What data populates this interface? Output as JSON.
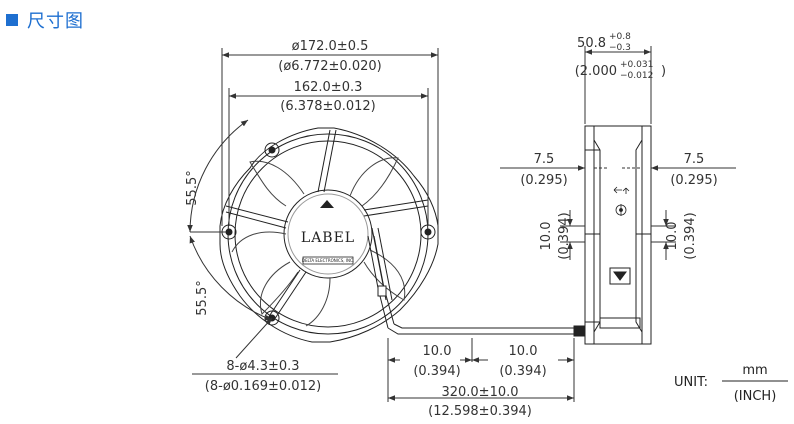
{
  "header": {
    "title": "尺寸图",
    "accent_color": "#1e6fd0",
    "icon": "square-bullet-icon"
  },
  "front_view": {
    "outer_diameter_mm": "ø172.0±0.5",
    "outer_diameter_in": "(ø6.772±0.020)",
    "hole_spacing_mm": "162.0±0.3",
    "hole_spacing_in": "(6.378±0.012)",
    "angle_top": "55.5°",
    "angle_bottom": "55.5°",
    "holes_mm": "8-ø4.3±0.3",
    "holes_in": "(8-ø0.169±0.012)",
    "label": "LABEL",
    "label_small": "DELTA ELECTRONICS, INC.",
    "lead_strip_1_mm": "10.0",
    "lead_strip_1_in": "(0.394)",
    "lead_strip_2_mm": "10.0",
    "lead_strip_2_in": "(0.394)",
    "lead_length_mm": "320.0±10.0",
    "lead_length_in": "(12.598±0.394)"
  },
  "side_view": {
    "thickness_mm": "50.8",
    "thickness_mm_tol_plus": "+0.8",
    "thickness_mm_tol_minus": "−0.3",
    "thickness_in": "(2.000",
    "thickness_in_tol_plus": "+0.031",
    "thickness_in_tol_minus": "−0.012",
    "thickness_in_close": ")",
    "flange_left_mm": "7.5",
    "flange_left_in": "(0.295)",
    "flange_right_mm": "7.5",
    "flange_right_in": "(0.295)",
    "mount_left_mm": "10.0",
    "mount_left_in": "(0.394)",
    "mount_right_mm": "10.0",
    "mount_right_in": "(0.394)"
  },
  "unit": {
    "prefix": "UNIT:",
    "top": "mm",
    "bottom": "(INCH)"
  }
}
